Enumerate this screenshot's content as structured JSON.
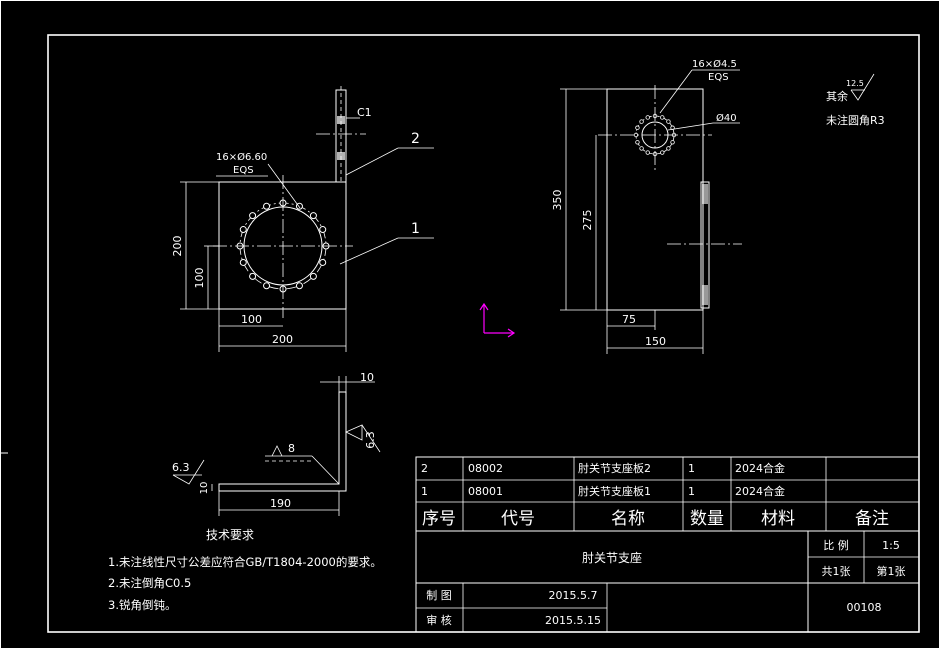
{
  "front_view": {
    "hole_spec": "16×Ø6.60",
    "eqs": "EQS",
    "dim_height": "200",
    "dim_half_height": "100",
    "dim_half_width": "100",
    "dim_width": "200",
    "chamfer": "C1",
    "balloon_1": "1",
    "balloon_2": "2"
  },
  "side_view": {
    "hole_spec": "16×Ø4.5",
    "eqs": "EQS",
    "bore": "Ø40",
    "dim_height": "350",
    "dim_center": "275",
    "dim_offset": "75",
    "dim_width": "150"
  },
  "bottom_view": {
    "thickness": "10",
    "roughness_left": "6.3",
    "roughness_right": "6.3",
    "weld": "8",
    "dim_leg": "190",
    "dim_small": "10"
  },
  "notes": {
    "rest": "其余",
    "roughness": "12.5",
    "fillet": "未注圆角R3"
  },
  "tech_req": {
    "title": "技术要求",
    "items": [
      "1.未注线性尺寸公差应符合GB/T1804-2000的要求。",
      "2.未注倒角C0.5",
      "3.锐角倒钝。"
    ]
  },
  "parts_list": {
    "rows": [
      {
        "no": "2",
        "code": "08002",
        "name": "肘关节支座板2",
        "qty": "1",
        "material": "2024合金",
        "remark": ""
      },
      {
        "no": "1",
        "code": "08001",
        "name": "肘关节支座板1",
        "qty": "1",
        "material": "2024合金",
        "remark": ""
      }
    ],
    "headers": {
      "no": "序号",
      "code": "代号",
      "name": "名称",
      "qty": "数量",
      "material": "材料",
      "remark": "备注"
    }
  },
  "title_block": {
    "title": "肘关节支座",
    "scale_label": "比 例",
    "scale": "1:5",
    "sheets": "共1张",
    "sheet": "第1张",
    "drawn_label": "制 图",
    "drawn_date": "2015.5.7",
    "checked_label": "审 核",
    "checked_date": "2015.5.15",
    "drawing_no": "00108"
  },
  "colors": {
    "ucs": "#ff00ff",
    "line": "#ffffff",
    "background": "#000000"
  }
}
